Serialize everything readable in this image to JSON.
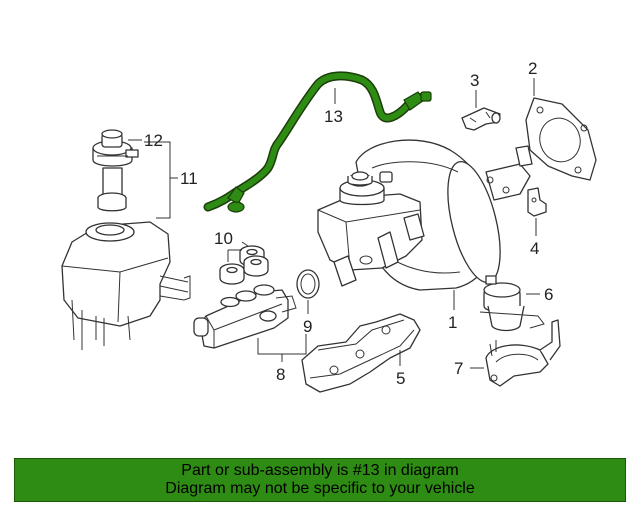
{
  "colors": {
    "highlight": "#2e8b13",
    "highlight_outline": "#1a3d0a",
    "banner_background": "#2e8b13",
    "banner_text": "#000000",
    "line_art": "#333333"
  },
  "callouts": {
    "c1": "1",
    "c2": "2",
    "c3": "3",
    "c4": "4",
    "c5": "5",
    "c6": "6",
    "c7": "7",
    "c8": "8",
    "c9": "9",
    "c10": "10",
    "c11": "11",
    "c12": "12",
    "c13": "13"
  },
  "banner": {
    "line1": "Part or sub-assembly is #13 in diagram",
    "line2": "Diagram may not be specific to your vehicle"
  }
}
